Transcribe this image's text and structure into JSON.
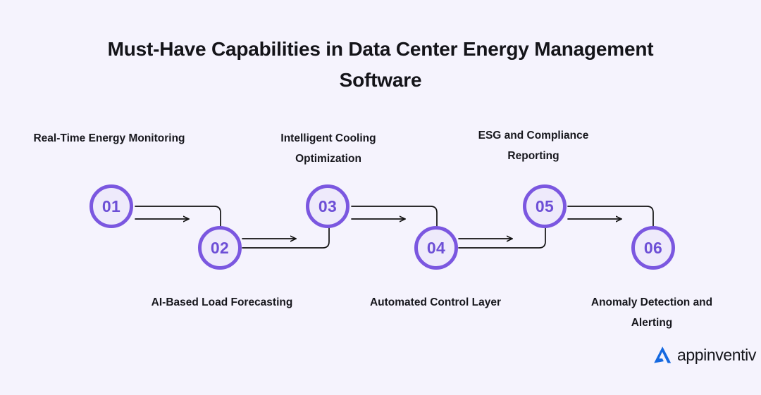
{
  "title": "Must-Have Capabilities in Data Center Energy Management Software",
  "colors": {
    "background": "#f5f3fd",
    "node_ring": "#7b57e0",
    "node_fill": "#eeeafb",
    "node_number": "#6d4fd6",
    "text": "#17171d",
    "connector": "#111111",
    "logo_mark": "#1569e0"
  },
  "steps": [
    {
      "number": "01",
      "label": "Real-Time Energy Monitoring",
      "position": "top"
    },
    {
      "number": "02",
      "label": "AI-Based Load Forecasting",
      "position": "bottom"
    },
    {
      "number": "03",
      "label": "Intelligent Cooling Optimization",
      "position": "top"
    },
    {
      "number": "04",
      "label": "Automated Control Layer",
      "position": "bottom"
    },
    {
      "number": "05",
      "label": "ESG and Compliance Reporting",
      "position": "top"
    },
    {
      "number": "06",
      "label": "Anomaly Detection and Alerting",
      "position": "bottom"
    }
  ],
  "branding": {
    "name": "appinventiv",
    "mark": "appinventiv-logo-icon"
  }
}
